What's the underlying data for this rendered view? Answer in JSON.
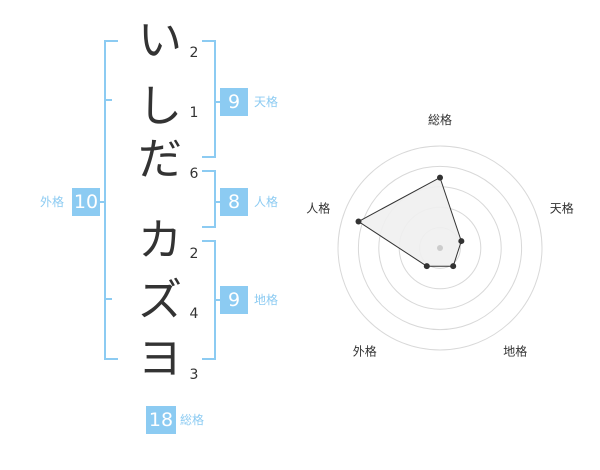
{
  "name_chars": [
    {
      "char": "い",
      "strokes": "2"
    },
    {
      "char": "し",
      "strokes": "1"
    },
    {
      "char": "だ",
      "strokes": "6"
    },
    {
      "char": "カ",
      "strokes": "2"
    },
    {
      "char": "ズ",
      "strokes": "4"
    },
    {
      "char": "ヨ",
      "strokes": "3"
    }
  ],
  "kaku": {
    "tenkaku": {
      "label": "天格",
      "value": "9"
    },
    "jinkaku": {
      "label": "人格",
      "value": "8"
    },
    "chikaku": {
      "label": "地格",
      "value": "9"
    },
    "gaikaku": {
      "label": "外格",
      "value": "10"
    },
    "soukaku": {
      "label": "総格",
      "value": "18"
    }
  },
  "colors": {
    "accent": "#8ccbf2",
    "text": "#333333"
  },
  "chart_data": {
    "type": "radar",
    "axes": [
      "総格",
      "天格",
      "地格",
      "外格",
      "人格"
    ],
    "values": [
      0.69,
      0.22,
      0.22,
      0.22,
      0.84
    ],
    "range": [
      0,
      1
    ],
    "grid": true
  }
}
